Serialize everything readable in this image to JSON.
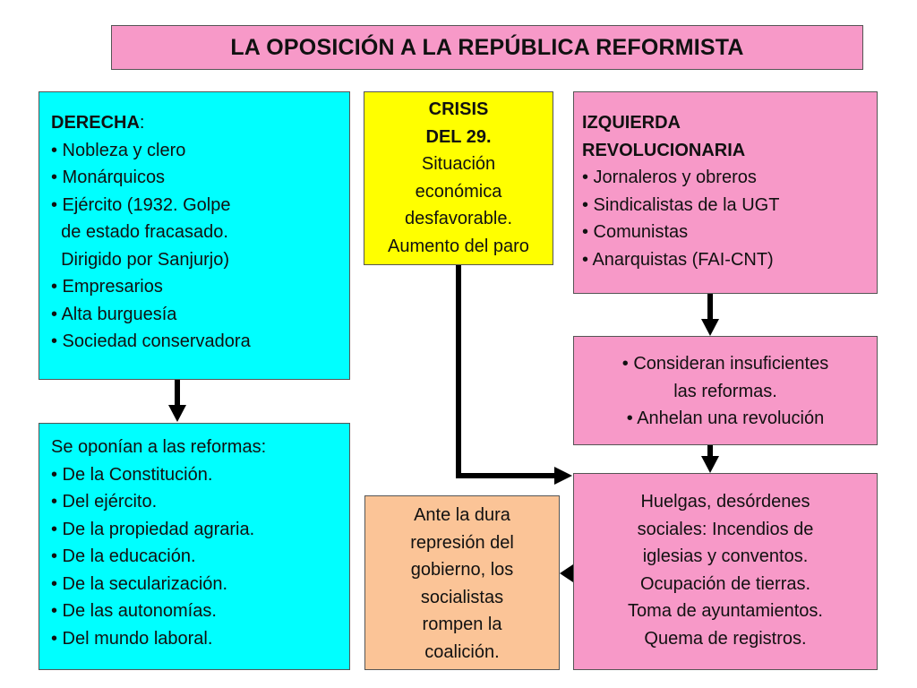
{
  "title": "LA OPOSICIÓN A LA REPÚBLICA REFORMISTA",
  "derecha": {
    "heading": "DERECHA",
    "heading_suffix": ":",
    "lines": [
      "• Nobleza y clero",
      "• Monárquicos",
      "• Ejército (1932. Golpe",
      "  de estado fracasado.",
      "  Dirigido por Sanjurjo)",
      "• Empresarios",
      "• Alta burguesía",
      "• Sociedad conservadora"
    ]
  },
  "oponian": {
    "lines": [
      "Se oponían a las reformas:",
      "• De la Constitución.",
      "• Del ejército.",
      "• De la propiedad agraria.",
      "• De la educación.",
      "• De la secularización.",
      "• De las autonomías.",
      "• Del mundo laboral."
    ]
  },
  "crisis": {
    "heading_lines": [
      "CRISIS",
      "DEL 29."
    ],
    "lines": [
      "Situación",
      "económica",
      "desfavorable.",
      "Aumento del paro"
    ]
  },
  "izquierda": {
    "heading_lines": [
      "IZQUIERDA",
      "REVOLUCIONARIA"
    ],
    "lines": [
      "• Jornaleros y obreros",
      "• Sindicalistas de la UGT",
      "• Comunistas",
      "• Anarquistas (FAI-CNT)"
    ]
  },
  "consideran": {
    "lines": [
      "• Consideran insuficientes",
      "las reformas.",
      "• Anhelan una revolución"
    ]
  },
  "huelgas": {
    "lines": [
      "Huelgas, desórdenes",
      "sociales: Incendios de",
      "iglesias y conventos.",
      "Ocupación de tierras.",
      "Toma de ayuntamientos.",
      "Quema de registros."
    ]
  },
  "ante": {
    "lines": [
      "Ante la dura",
      "represión del",
      "gobierno, los",
      "socialistas",
      "rompen la",
      "coalición."
    ]
  },
  "colors": {
    "pink": "#f799c8",
    "cyan": "#00ffff",
    "yellow": "#ffff00",
    "peach": "#fbc497",
    "arrow": "#000000"
  }
}
